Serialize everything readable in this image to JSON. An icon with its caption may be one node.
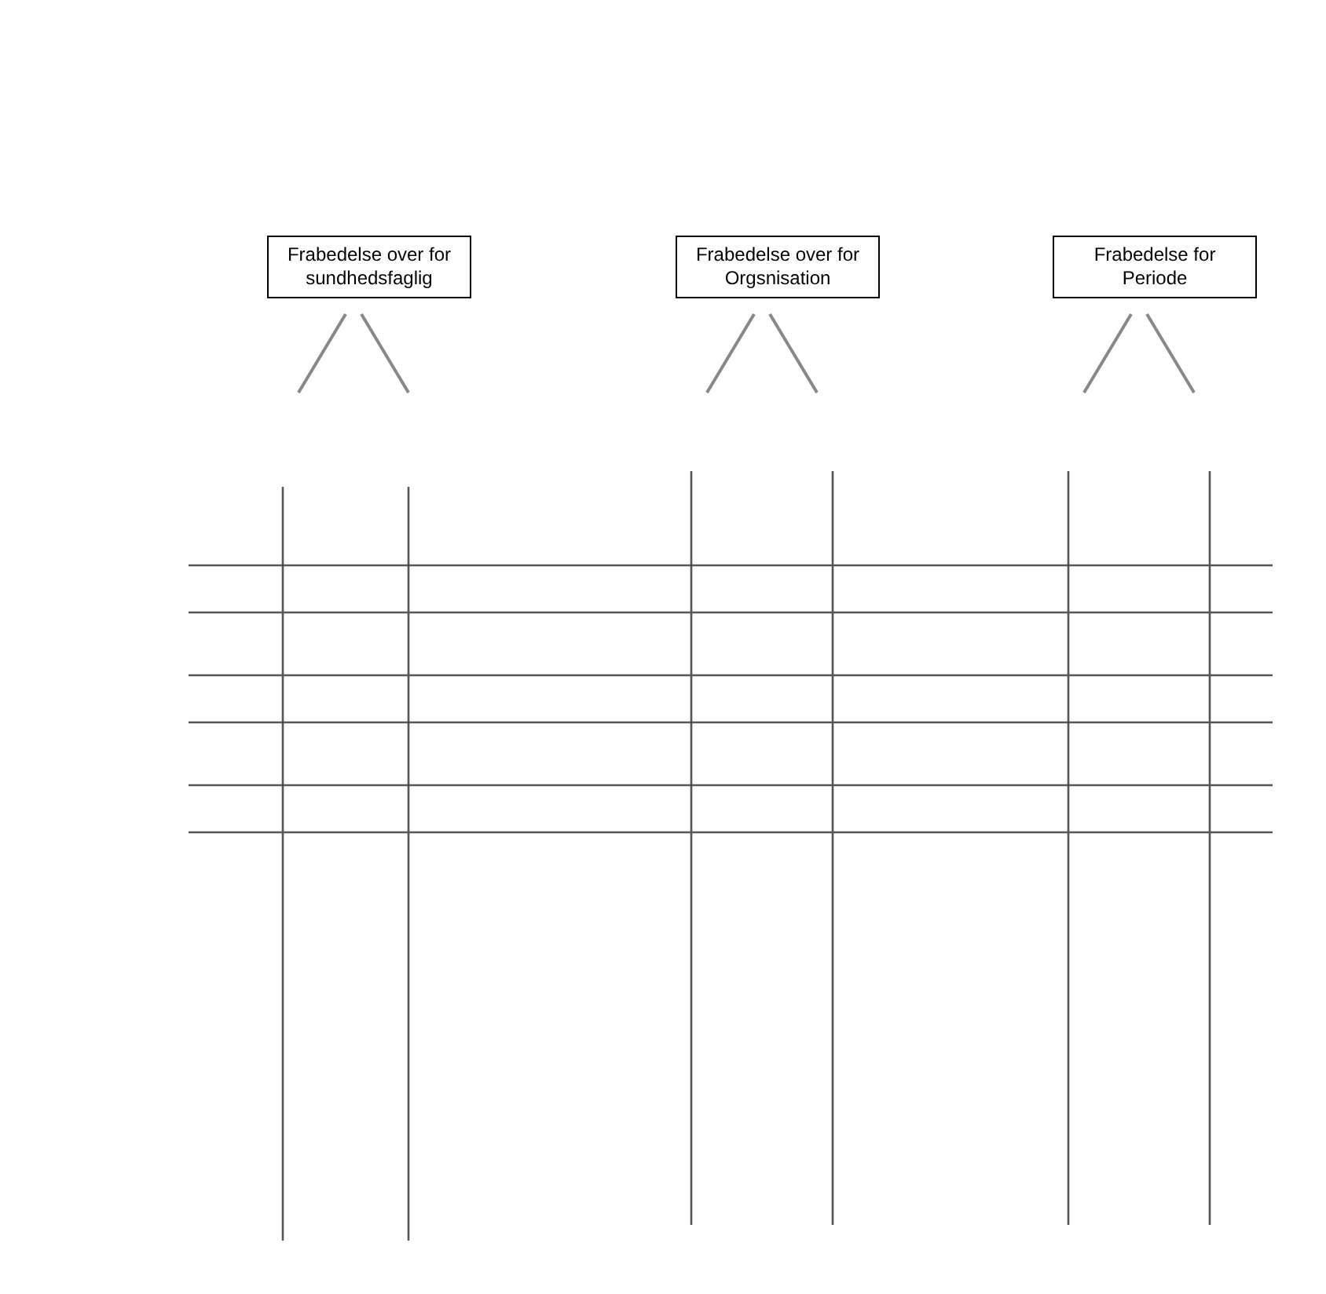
{
  "diagram": {
    "nodes": [
      {
        "text": [
          "Frabedelse over for sundhedsfaglig"
        ]
      },
      {
        "text": [
          "Frabedelse over for Orgsnisation"
        ]
      },
      {
        "text": [
          "Frabedelse for Periode"
        ]
      }
    ],
    "edges": []
  }
}
